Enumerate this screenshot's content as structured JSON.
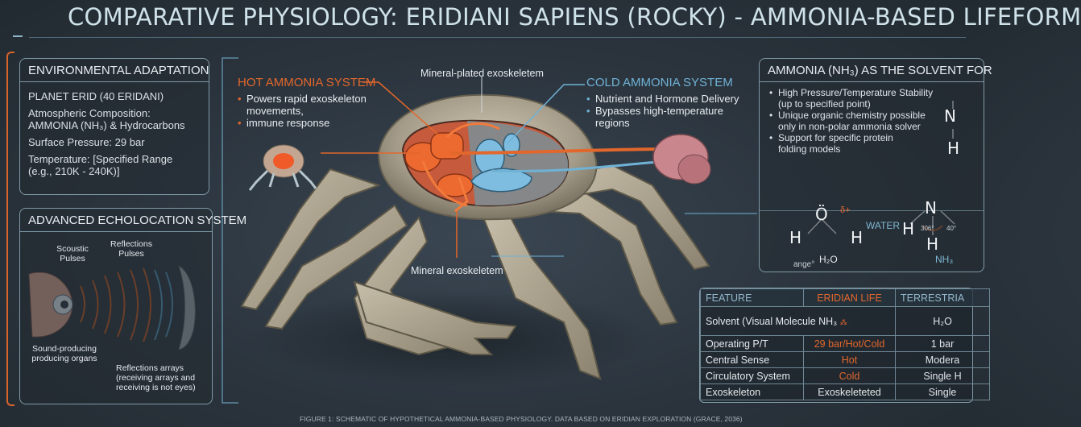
{
  "title": "COMPARATIVE PHYSIOLOGY: ERIDIANI SAPIENS (ROCKY) - AMMONIA-BASED LIFEFORM",
  "environment": {
    "heading": "ENVIRONMENTAL ADAPTATION",
    "planet": "PLANET ERID (40 ERIDANI)",
    "atmosphere_line1": "Atmospheric Composition:",
    "atmosphere_line2": "AMMONIA (NH₃) & Hydrocarbons",
    "pressure": "Surface Pressure: 29 bar",
    "temperature_line1": "Temperature: [Specified Range",
    "temperature_line2": "(e.g., 210K - 240K)]"
  },
  "echolocation": {
    "heading": "ADVANCED ECHOLOCATION SYSTEM",
    "scoustic_line1": "Scoustic",
    "scoustic_line2": "Pulses",
    "reflections_line1": "Reflections",
    "reflections_line2": "Pulses",
    "sound_line1": "Sound-producing",
    "sound_line2": "producing organs",
    "arrays_line1": "Reflections arrays",
    "arrays_line2": "(receiving arrays and",
    "arrays_line3": "receiving is not eyes)"
  },
  "hot_system": {
    "title": "HOT AMMONIA SYSTEM",
    "bullet1_line1": "Powers rapid exoskeleton",
    "bullet1_line2": "movements,",
    "bullet2": "immune response",
    "color": "#e2672c"
  },
  "cold_system": {
    "title": "COLD AMMONIA SYSTEM",
    "bullet1": "Nutrient and Hormone Delivery",
    "bullet2_line1": "Bypasses high-temperature",
    "bullet2_line2": "regions",
    "color": "#6fb2d6"
  },
  "labels": {
    "mineral_plated": "Mineral-plated exoskeletem",
    "mineral_exo": "Mineral exoskeletem"
  },
  "ammonia_panel": {
    "heading": "AMMONIA (NH₃) AS THE SOLVENT FOR",
    "bullet1_line1": "High Pressure/Temperature Stability",
    "bullet1_line2": "(up to specified point)",
    "bullet2_line1": "Unique organic chemistry possible",
    "bullet2_line2": "only in non-polar ammonia solver",
    "bullet3_line1": "Support for specific protein",
    "bullet3_line2": "folding models",
    "water_label": "WATER",
    "water_formula": "H₂O",
    "nh3_formula": "NH₃",
    "angle_label": "ange°",
    "delta": "δ+",
    "nh3_angle1": "306°",
    "nh3_angle2": "40°"
  },
  "table": {
    "headers": [
      "FEATURE",
      "ERIDIAN LIFE",
      "TERRESTRIA"
    ],
    "rows": [
      {
        "feature": "Solvent (Visual Molecule NH₃",
        "eridian": "",
        "terrestrial": "H₂O"
      },
      {
        "feature": "Operating P/T",
        "eridian": "29 bar/Hot/Cold",
        "terrestrial": "1 bar"
      },
      {
        "feature": "Central Sense",
        "eridian": "Hot",
        "terrestrial": "Modera"
      },
      {
        "feature": "Circulatory System",
        "eridian": "Cold",
        "terrestrial": "Single H"
      },
      {
        "feature": "Exoskeleton",
        "eridian": "Exoskeleteted",
        "terrestrial": "Single"
      }
    ]
  },
  "caption": "FIGURE 1: SCHEMATIC OF HYPOTHETICAL AMMONIA-BASED PHYSIOLOGY. DATA BASED ON ERIDIAN EXPLORATION (GRACE, 2036)"
}
